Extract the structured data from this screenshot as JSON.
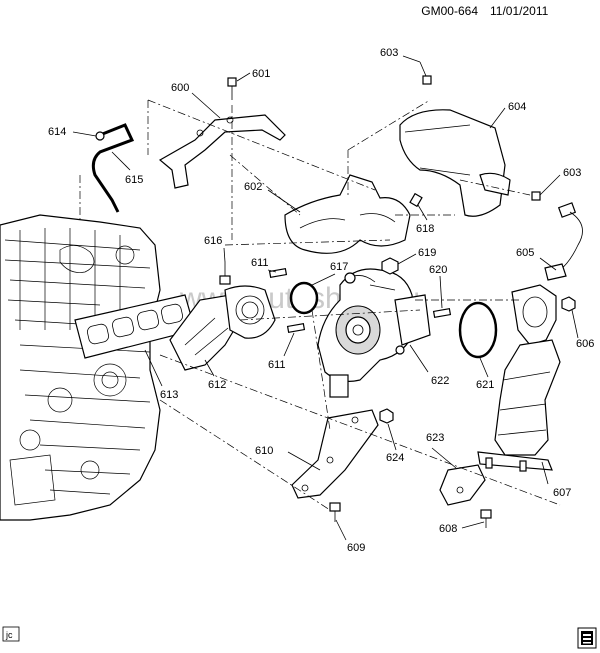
{
  "header": {
    "code": "GM00-664",
    "date": "11/01/2011"
  },
  "watermark": "www.autoshard.ru",
  "footer": {
    "corner_mark": "jc",
    "logo": "logo-icon"
  },
  "callouts": {
    "c600": "600",
    "c601": "601",
    "c602": "602",
    "c603a": "603",
    "c603b": "603",
    "c604": "604",
    "c605": "605",
    "c606": "606",
    "c607": "607",
    "c608": "608",
    "c609": "609",
    "c610": "610",
    "c611a": "611",
    "c611b": "611",
    "c612": "612",
    "c613": "613",
    "c614": "614",
    "c615": "615",
    "c616": "616",
    "c617": "617",
    "c618": "618",
    "c619": "619",
    "c620": "620",
    "c621": "621",
    "c622": "622",
    "c623": "623",
    "c624": "624"
  }
}
